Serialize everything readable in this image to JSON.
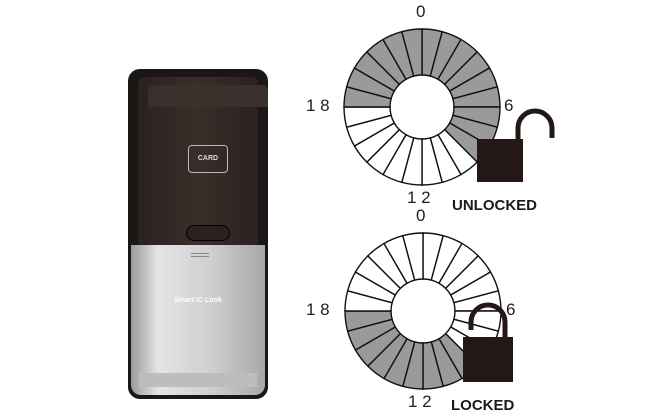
{
  "device": {
    "card_label": "CARD",
    "brand": "Smart IC Look"
  },
  "dials": [
    {
      "state": "UNLOCKED",
      "labels": {
        "top": "0",
        "right": "6",
        "bottom": "1 2",
        "left": "1 8"
      },
      "segments": 24,
      "shaded_segments": [
        18,
        19,
        20,
        21,
        22,
        23,
        0,
        1,
        2,
        3,
        4,
        5,
        6,
        7,
        8
      ]
    },
    {
      "state": "LOCKED",
      "labels": {
        "top": "0",
        "right": "6",
        "bottom": "1 2",
        "left": "1 8"
      },
      "segments": 24,
      "shaded_segments": [
        9,
        10,
        11,
        12,
        13,
        14,
        15,
        16,
        17
      ]
    }
  ],
  "colors": {
    "shaded": "#9a9a9a",
    "lock": "#231815"
  }
}
